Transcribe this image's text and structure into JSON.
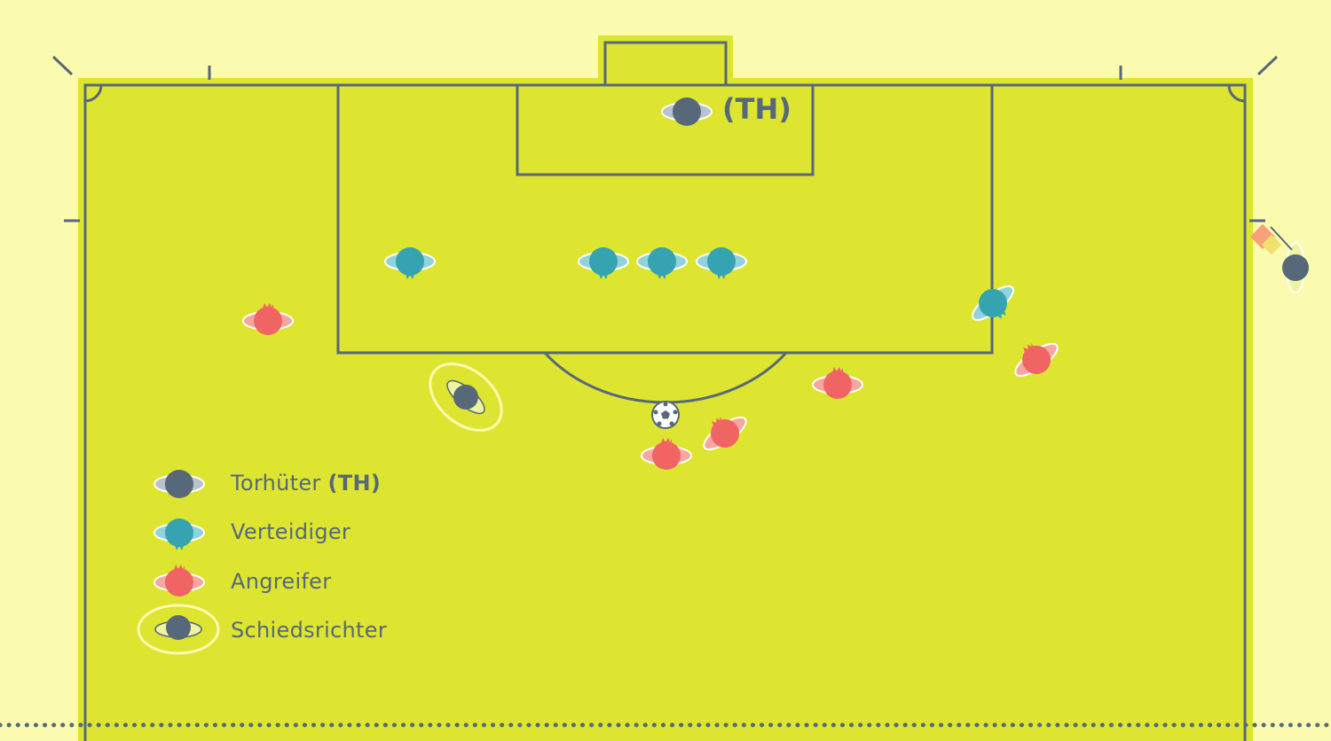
{
  "colors": {
    "background": "#fbfbb0",
    "pitch": "#dde530",
    "pitch_border": "#e8ee3a",
    "lines": "#56687a",
    "goalkeeper": "#56687a",
    "defender": "#35a3b0",
    "attacker": "#f06464",
    "referee_ring": "#fbfbb0"
  },
  "pitch": {
    "goalkeeper_tag": "(TH)"
  },
  "players": {
    "goalkeeper": [
      {
        "id": "gk"
      }
    ],
    "defenders": [
      {
        "id": "d1"
      },
      {
        "id": "d2"
      },
      {
        "id": "d3"
      },
      {
        "id": "d4"
      },
      {
        "id": "d5"
      }
    ],
    "attackers": [
      {
        "id": "a1"
      },
      {
        "id": "a2"
      },
      {
        "id": "a3"
      },
      {
        "id": "a4"
      },
      {
        "id": "a5"
      },
      {
        "id": "a6"
      }
    ],
    "referee": [
      {
        "id": "ref"
      }
    ],
    "assistant_referee": [
      {
        "id": "ar"
      }
    ]
  },
  "legend": {
    "items": [
      {
        "label": "Torhüter",
        "suffix": "(TH)",
        "role": "goalkeeper"
      },
      {
        "label": "Verteidiger",
        "suffix": "",
        "role": "defender"
      },
      {
        "label": "Angreifer",
        "suffix": "",
        "role": "attacker"
      },
      {
        "label": "Schiedsrichter",
        "suffix": "",
        "role": "referee"
      }
    ]
  }
}
